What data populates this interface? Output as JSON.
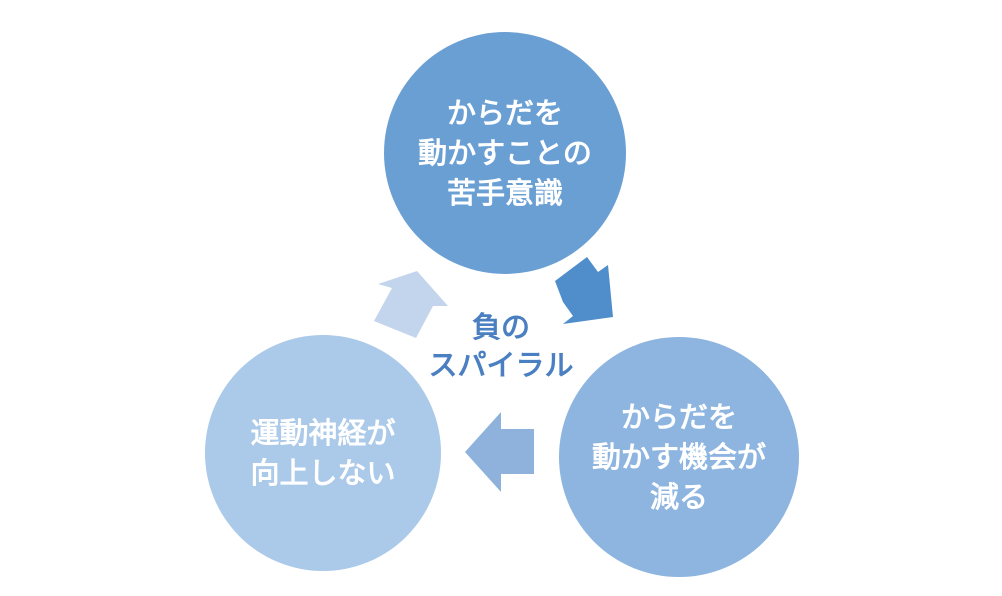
{
  "center_label": {
    "line1": "負の",
    "line2": "スパイラル"
  },
  "nodes": {
    "top": {
      "line1": "からだを",
      "line2": "動かすことの",
      "line3": "苦手意識",
      "color": "#6a9fd4"
    },
    "right": {
      "line1": "からだを",
      "line2": "動かす機会が",
      "line3": "減る",
      "color": "#8db5e0"
    },
    "left": {
      "line1": "運動神経が",
      "line2": "向上しない",
      "color": "#abc9e8"
    }
  },
  "arrow_colors": {
    "top_to_right": "#4f8dcb",
    "right_to_left": "#8fb2dd",
    "left_to_top": "#c3d5ec"
  }
}
